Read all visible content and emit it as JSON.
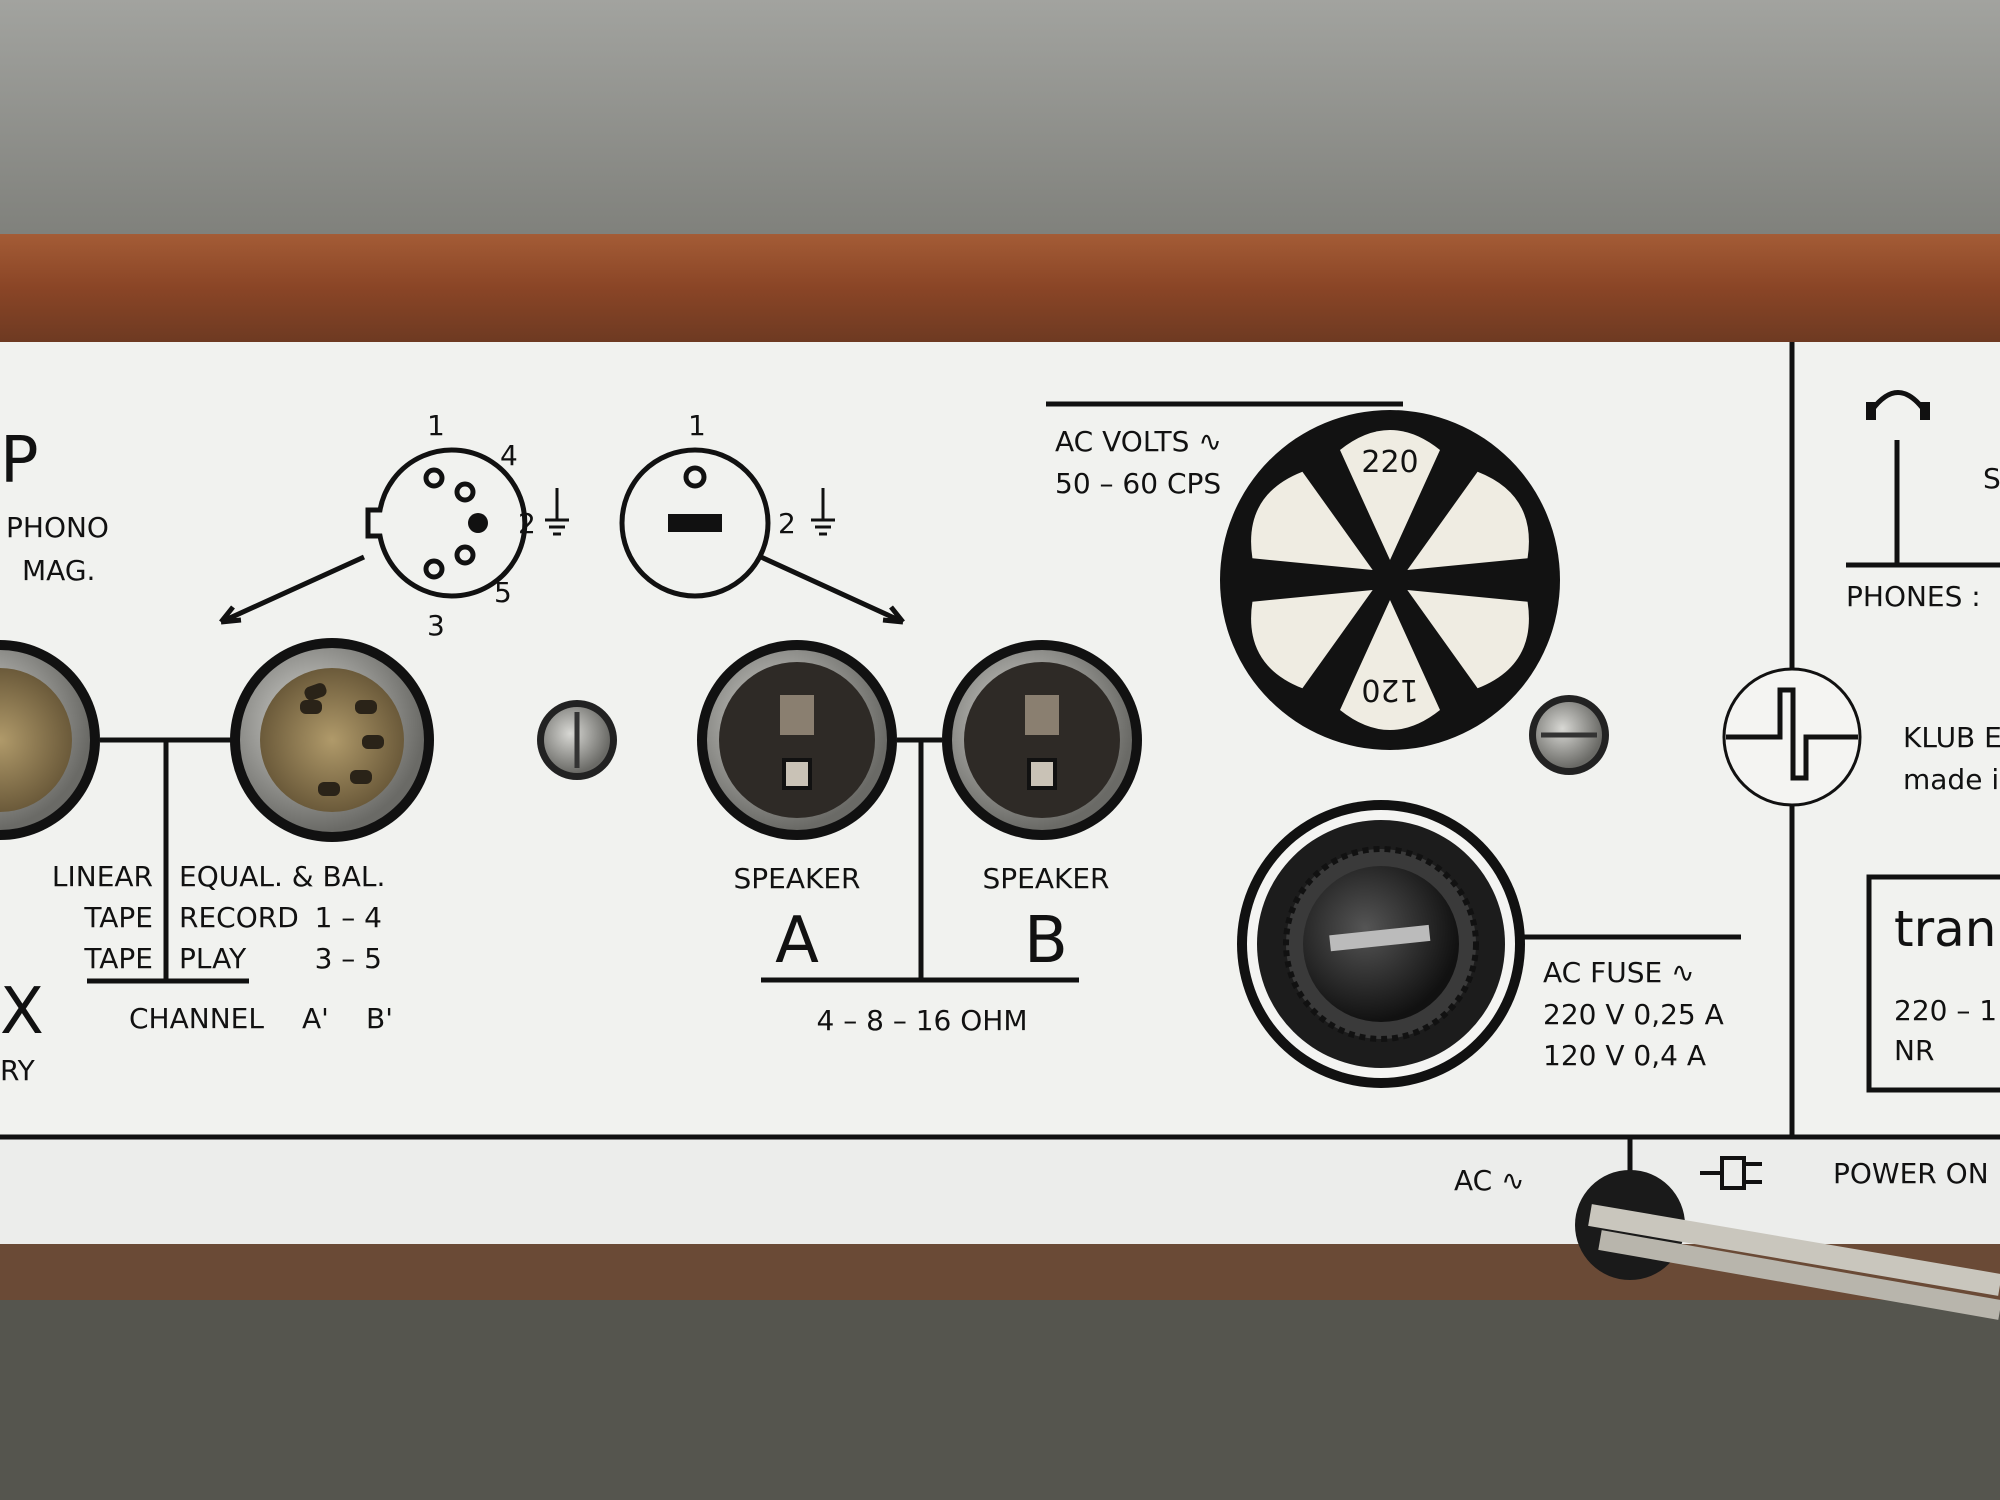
{
  "left_section": {
    "partial_letter_top": "P",
    "phono": "PHONO",
    "mag": "MAG.",
    "partial_letter_bottom": "X",
    "partial_word_bottom": "RY"
  },
  "din_diagram": {
    "pins": [
      "1",
      "4",
      "2",
      "5",
      "3"
    ],
    "ground_pin": "2"
  },
  "speaker_diagram": {
    "pin_top": "1",
    "ground_pin": "2"
  },
  "tape_table": {
    "rows": [
      {
        "left": "LINEAR",
        "right": "EQUAL. & BAL.",
        "pins": ""
      },
      {
        "left": "TAPE",
        "right": "RECORD",
        "pins": "1 – 4"
      },
      {
        "left": "TAPE",
        "right": "PLAY",
        "pins": "3 – 5"
      }
    ],
    "channel_label": "CHANNEL",
    "channel_a": "A'",
    "channel_b": "B'"
  },
  "speakers": {
    "a_label": "SPEAKER",
    "a_letter": "A",
    "b_label": "SPEAKER",
    "b_letter": "B",
    "impedance": "4 – 8 – 16 OHM"
  },
  "voltage_selector": {
    "title": "AC  VOLTS ∿",
    "frequency": "50 – 60 CPS",
    "option_high": "220",
    "option_low": "120"
  },
  "fuse": {
    "title": "AC  FUSE ∿",
    "rating_220": "220 V  0,25 A",
    "rating_120": "120 V  0,4 A"
  },
  "right_section": {
    "partial_s": "S",
    "phones_label": "PHONES :",
    "maker_line1": "KLUB EL",
    "maker_line2": "made in",
    "brand_partial": "tran",
    "voltage_partial": "220 – 1",
    "nr_label": "NR"
  },
  "bottom_strip": {
    "ac_label": "AC ∿",
    "power_label": "POWER  ON"
  },
  "colors": {
    "wall": "#8e8f8a",
    "wood": "#8a4a2a",
    "panel": "#f1f2ef",
    "floor": "#55554e"
  }
}
